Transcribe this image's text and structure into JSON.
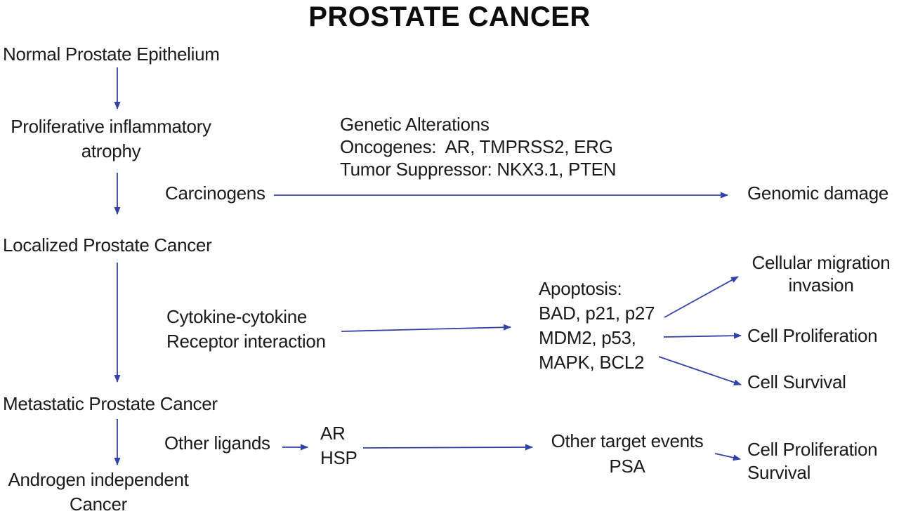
{
  "title": "PROSTATE CANCER",
  "colors": {
    "arrow": "#3342a6",
    "text": "#1b1b1b",
    "background": "#ffffff"
  },
  "pathway": {
    "stages": [
      {
        "label": "Normal Prostate Epithelium"
      },
      {
        "label": "Proliferative inflammatory\natrophy"
      },
      {
        "label": "Localized Prostate Cancer"
      },
      {
        "label": "Metastatic Prostate Cancer"
      },
      {
        "label": "Androgen independent\nCancer"
      }
    ]
  },
  "carcinogenesis": {
    "trigger": "Carcinogens",
    "annotation": "Genetic Alterations\nOncogenes:  AR, TMPRSS2, ERG\nTumor Suppressor: NKX3.1, PTEN",
    "outcome": "Genomic damage"
  },
  "signaling": {
    "input": "Cytokine-cytokine\nReceptor interaction",
    "mediators": "Apoptosis:\nBAD, p21, p27\nMDM2, p53,\nMAPK, BCL2",
    "outcomes": [
      "Cellular migration\ninvasion",
      "Cell Proliferation",
      "Cell Survival"
    ]
  },
  "androgen_axis": {
    "ligand": "Other ligands",
    "receptor": "AR\nHSP",
    "events": "Other target events\nPSA",
    "outcome": "Cell Proliferation\nSurvival"
  }
}
